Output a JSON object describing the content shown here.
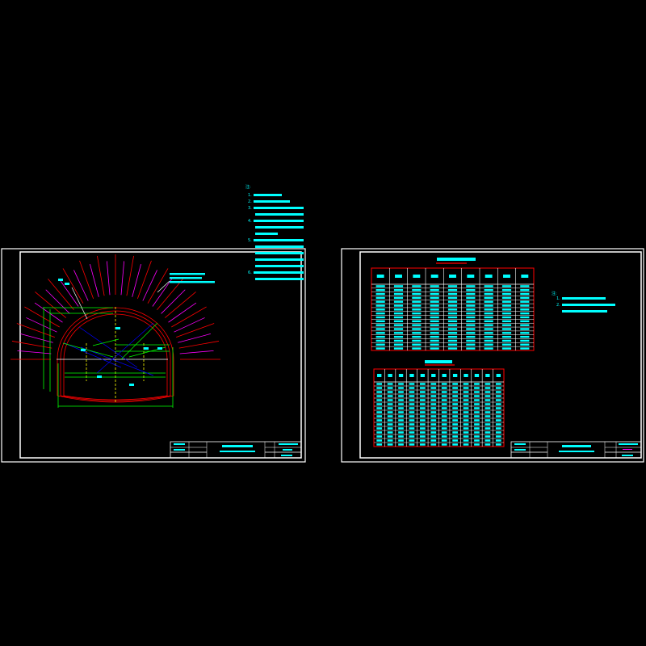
{
  "colors": {
    "background": "#000000",
    "frame": "#ffffff",
    "lining": "#ff0000",
    "bolts": "#ff00ff",
    "dimension": "#00ff00",
    "text": "#00ffff",
    "centerline": "#ffff00",
    "guides": "#0000ff"
  },
  "notes": {
    "heading": "注:",
    "items": [
      "1.",
      "2.",
      "3.",
      "4.",
      "5.",
      "6."
    ]
  },
  "right_notes": {
    "heading": "注:",
    "items": [
      "1.",
      "2."
    ]
  },
  "table1": {
    "rows": 17,
    "cols": 9
  },
  "table2": {
    "rows": 16,
    "cols": 12
  }
}
